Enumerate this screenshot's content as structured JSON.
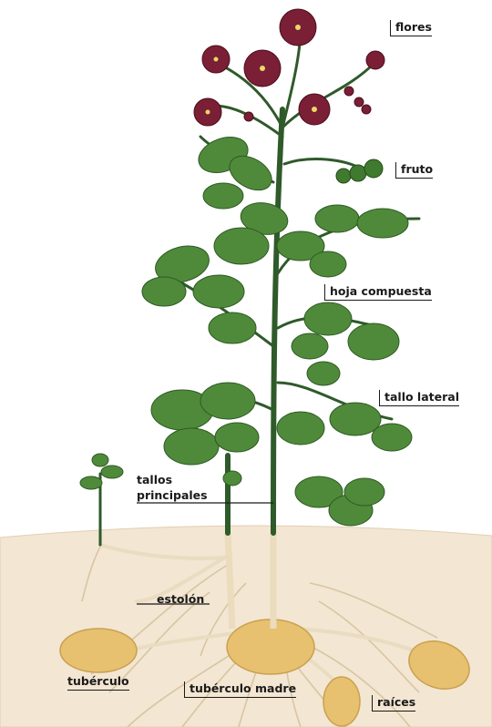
{
  "labels": {
    "flores": "flores",
    "fruto": "fruto",
    "hoja_compuesta": "hoja compuesta",
    "tallo_lateral": "tallo lateral",
    "tallos_principales_1": "tallos",
    "tallos_principales_2": "principales",
    "estolon": "estolón",
    "tuberculo": "tubérculo",
    "tuberculo_madre": "tubérculo madre",
    "raices": "raíces"
  },
  "colors": {
    "soil": "#f3e6d2",
    "soil_edge": "#e3cfb2",
    "stem": "#2f5a2a",
    "leaf": "#4f8a3a",
    "leaf_dark": "#2e5a24",
    "flower": "#7a1f35",
    "fruit": "#3f7a2e",
    "tuber": "#e7c170",
    "root": "#d8c5a3"
  }
}
